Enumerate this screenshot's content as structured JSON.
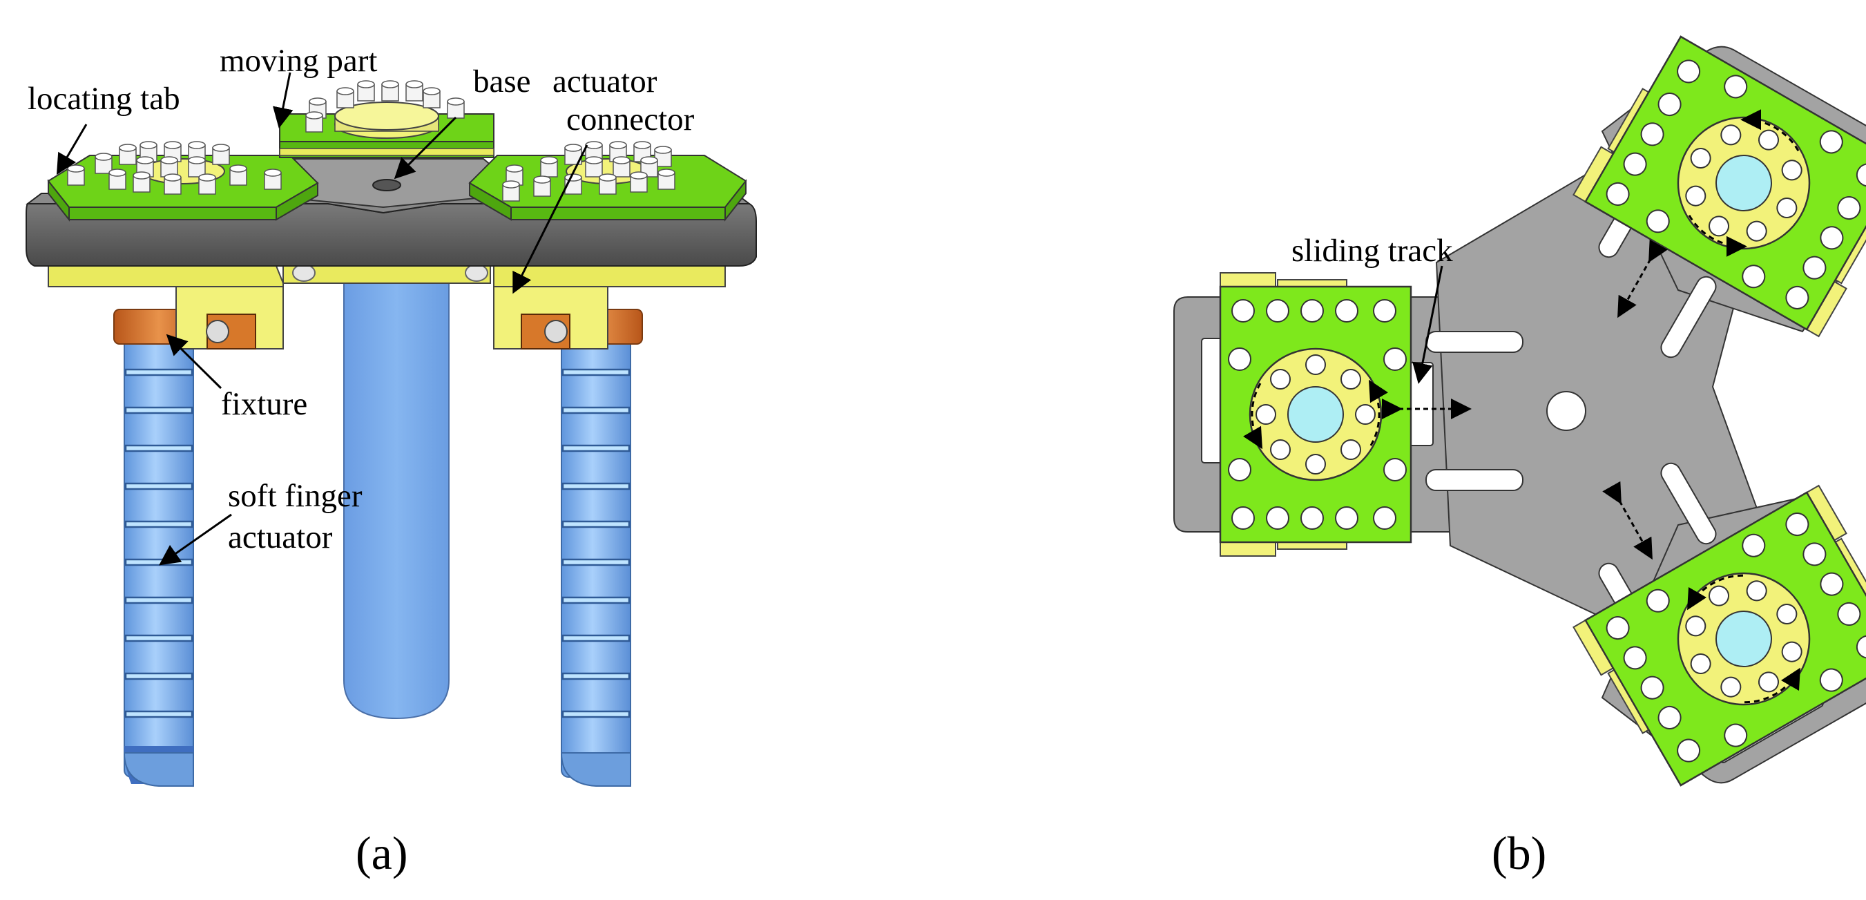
{
  "panel_a": {
    "caption": "(a)",
    "labels": {
      "locating_tab": "locating tab",
      "moving_part": "moving part",
      "base": "base",
      "actuator_connector_1": "actuator",
      "actuator_connector_2": "connector",
      "fixture": "fixture",
      "soft_finger_1": "soft finger",
      "soft_finger_2": "actuator"
    }
  },
  "panel_b": {
    "caption": "(b)",
    "labels": {
      "sliding_track": "sliding track"
    }
  },
  "colors": {
    "green_plate": "#7ee81c",
    "yellow_part": "#f2f27a",
    "base_grey": "#9c9c9c",
    "dark_grey": "#5a5a5a",
    "finger_blue": "#7fb2ee",
    "fixture_orange": "#d7782a",
    "hole_cyan": "#aeeef4"
  }
}
